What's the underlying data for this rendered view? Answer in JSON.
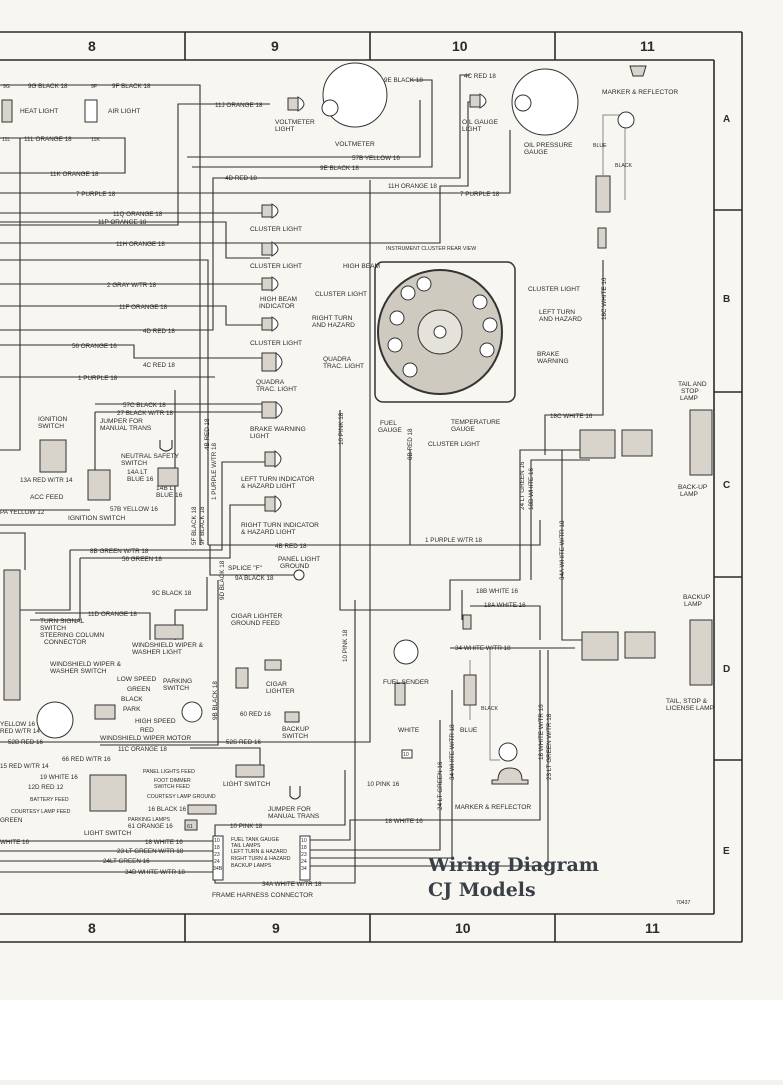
{
  "title": {
    "line1": "Wiring Diagram",
    "line2": "CJ Models",
    "number": "70437"
  },
  "grid": {
    "columns": [
      "8",
      "9",
      "10",
      "11"
    ],
    "rows": [
      "A",
      "B",
      "C",
      "D",
      "E"
    ]
  },
  "wire_labels": [
    "9G BLACK 18",
    "9F BLACK 18",
    "11J ORANGE 18",
    "11L ORANGE 18",
    "11K ORANGE 18",
    "7 PURPLE 18",
    "11Q ORANGE 18",
    "11P ORANGE 18",
    "11H ORANGE 18",
    "2 GRAY W/TR 18",
    "11F ORANGE 18",
    "4D RED 18",
    "56 ORANGE 16",
    "4C RED 18",
    "1 PURPLE 18",
    "57C BLACK 18",
    "27 BLACK W/TR 18",
    "13A RED W/TR 14",
    "PA YELLOW 12",
    "57B YELLOW 16",
    "8B GREEN W/TR 18",
    "56 GREEN 18",
    "9A BLACK 18",
    "9C BLACK 18",
    "11D ORANGE 18",
    "4B RED 18",
    "1 PURPLE W/TR 18",
    "9E BLACK 18",
    "57B YELLOW 16",
    "9E BLACK 18",
    "4D RED 18",
    "11H ORANGE 18",
    "4C RED 18",
    "7 PURPLE 18",
    "18C WHITE 16",
    "18B WHITE 16",
    "18A WHITE 16",
    "34  WHITE W/TR 18",
    "60 RED 16",
    "52B RED 16",
    "52S RED 16",
    "11C ORANGE 18",
    "66 RED W/TR 16",
    "15 RED W/TR 14",
    "19 WHITE 16",
    "12D RED 12",
    "16 BLACK 16",
    "61 ORANGE 16",
    "10 PINK 18",
    "18 WHITE 16",
    "23 LT GREEN W/TR 18",
    "24LT GREEN 16",
    "34B WHITE W/TR 18",
    "34A WHITE W/TR 18",
    "10 PINK 16",
    "18 WHITE 16",
    "YELLOW 16",
    "RED W/TR 14",
    "WHITE 16",
    "GREEN"
  ],
  "vertical_wire_labels": [
    "10 PINK 18",
    "8B RED 18",
    "24 LT GREEN 16",
    "18B WHITE 16",
    "34A WHITE W/TR 18",
    "18C WHITE 16",
    "5F BLACK 18",
    "9F BLACK 18",
    "4B RED 18",
    "1 PURPLE W/TR 18",
    "9D BLACK 18",
    "9B BLACK 18",
    "10 PINK 18",
    "24 LT GREEN 16",
    "34  WHITE W/TR 18",
    "18 WHITE W/TR 16",
    "23 LT GREEN W/TR 18"
  ],
  "components": [
    "HEAT LIGHT",
    "AIR LIGHT",
    "VOLTMETER",
    "LIGHT",
    "VOLTMETER",
    "OIL GAUGE",
    "LIGHT",
    "OIL PRESSURE",
    "GAUGE",
    "MARKER & REFLECTOR",
    "BLUE",
    "BLACK",
    "CLUSTER LIGHT",
    "CLUSTER LIGHT",
    "HIGH BEAM",
    "INDICATOR",
    "CLUSTER LIGHT",
    "QUADRA",
    "TRAC. LIGHT",
    "BRAKE WARNING",
    "LIGHT",
    "LEFT TURN INDICATOR",
    "& HAZARD LIGHT",
    "RIGHT TURN INDICATOR",
    "& HAZARD LIGHT",
    "INSTRUMENT CLUSTER REAR VIEW",
    "HIGH BEAM",
    "CLUSTER LIGHT",
    "RIGHT TURN",
    "AND HAZARD",
    "QUADRA",
    "TRAC. LIGHT",
    "FUEL",
    "GAUGE",
    "TEMPERATURE",
    "GAUGE",
    "CLUSTER LIGHT",
    "CLUSTER LIGHT",
    "LEFT TURN",
    "AND HAZARD",
    "BRAKE",
    "WARNING",
    "TAIL AND",
    "STOP",
    "LAMP",
    "BACK-UP",
    "LAMP",
    "BACKUP",
    "LAMP",
    "TAIL, STOP &",
    "LICENSE LAMP",
    "IGNITION",
    "SWITCH",
    "JUMPER FOR",
    "MANUAL TRANS",
    "NEUTRAL SAFETY",
    "SWITCH",
    "14A LT",
    "BLUE 16",
    "14B LT",
    "BLUE 16",
    "ACC FEED",
    "IGNITION SWITCH",
    "PANEL LIGHT",
    "GROUND",
    "SPLICE \"F\"",
    "CIGAR LIGHTER",
    "GROUND FEED",
    "CIGAR",
    "LIGHTER",
    "TURN SIGNAL",
    "SWITCH",
    "STEERING COLUMN",
    "CONNECTOR",
    "WINDSHIELD WIPER &",
    "WASHER LIGHT",
    "WINDSHIELD WIPER &",
    "WASHER SWITCH",
    "LOW SPEED",
    "GREEN",
    "BLACK",
    "PARK",
    "HIGH SPEED",
    "RED",
    "PARKING",
    "SWITCH",
    "WINDSHIELD WIPER MOTOR",
    "BACKUP",
    "SWITCH",
    "LIGHT SWITCH",
    "JUMPER FOR",
    "MANUAL TRANS",
    "PANEL LIGHTS FEED",
    "FOOT DIMMER",
    "SWITCH FEED",
    "COURTESY LAMP GROUND",
    "BATTERY FEED",
    "COURTESY LAMP FEED",
    "PARKING LAMPS",
    "LIGHT SWITCH",
    "FUEL TANK GAUGE",
    "TAIL LAMPS",
    "LEFT TURN & HAZARD",
    "RIGHT TURN & HAZARD",
    "BACKUP LAMPS",
    "FRAME HARNESS CONNECTOR",
    "FUEL SENDER",
    "WHITE",
    "BLUE",
    "BLACK",
    "MARKER & REFLECTOR"
  ],
  "connector_pins": {
    "frame_left": [
      "10",
      "18",
      "23",
      "24",
      "34B"
    ],
    "frame_right": [
      "10",
      "18",
      "23",
      "24",
      "34"
    ],
    "small": [
      "9G",
      "9F",
      "11L",
      "11K",
      "10",
      "61"
    ]
  }
}
